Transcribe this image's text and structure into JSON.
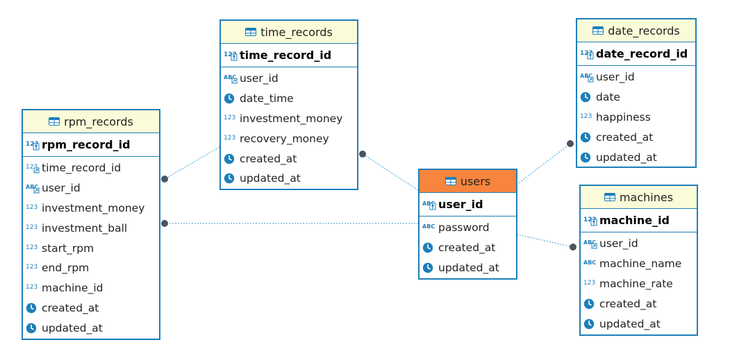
{
  "tables": [
    {
      "id": "time_records",
      "title": "time_records",
      "pk": {
        "name": "time_record_id",
        "icon": "num-key-icon"
      },
      "columns": [
        {
          "name": "user_id",
          "icon": "abc-fk-icon"
        },
        {
          "name": "date_time",
          "icon": "clock-icon"
        },
        {
          "name": "investment_money",
          "icon": "num-icon"
        },
        {
          "name": "recovery_money",
          "icon": "num-icon"
        },
        {
          "name": "created_at",
          "icon": "clock-icon"
        },
        {
          "name": "updated_at",
          "icon": "clock-icon"
        }
      ]
    },
    {
      "id": "date_records",
      "title": "date_records",
      "pk": {
        "name": "date_record_id",
        "icon": "num-key-icon"
      },
      "columns": [
        {
          "name": "user_id",
          "icon": "abc-fk-icon"
        },
        {
          "name": "date",
          "icon": "clock-icon"
        },
        {
          "name": "happiness",
          "icon": "num-icon"
        },
        {
          "name": "created_at",
          "icon": "clock-icon"
        },
        {
          "name": "updated_at",
          "icon": "clock-icon"
        }
      ]
    },
    {
      "id": "rpm_records",
      "title": "rpm_records",
      "pk": {
        "name": "rpm_record_id",
        "icon": "num-key-icon"
      },
      "columns": [
        {
          "name": "time_record_id",
          "icon": "num-fk-icon"
        },
        {
          "name": "user_id",
          "icon": "abc-fk-icon"
        },
        {
          "name": "investment_money",
          "icon": "num-icon"
        },
        {
          "name": "investment_ball",
          "icon": "num-icon"
        },
        {
          "name": "start_rpm",
          "icon": "num-icon"
        },
        {
          "name": "end_rpm",
          "icon": "num-icon"
        },
        {
          "name": "machine_id",
          "icon": "num-icon"
        },
        {
          "name": "created_at",
          "icon": "clock-icon"
        },
        {
          "name": "updated_at",
          "icon": "clock-icon"
        }
      ]
    },
    {
      "id": "users",
      "title": "users",
      "highlight": true,
      "pk": {
        "name": "user_id",
        "icon": "abc-key-icon"
      },
      "columns": [
        {
          "name": "password",
          "icon": "abc-icon"
        },
        {
          "name": "created_at",
          "icon": "clock-icon"
        },
        {
          "name": "updated_at",
          "icon": "clock-icon"
        }
      ]
    },
    {
      "id": "machines",
      "title": "machines",
      "pk": {
        "name": "machine_id",
        "icon": "num-key-icon"
      },
      "columns": [
        {
          "name": "user_id",
          "icon": "abc-fk-icon"
        },
        {
          "name": "machine_name",
          "icon": "abc-icon"
        },
        {
          "name": "machine_rate",
          "icon": "num-icon"
        },
        {
          "name": "created_at",
          "icon": "clock-icon"
        },
        {
          "name": "updated_at",
          "icon": "clock-icon"
        }
      ]
    }
  ],
  "relationships": [
    {
      "from": "time_records",
      "to": "rpm_records"
    },
    {
      "from": "users",
      "to": "time_records"
    },
    {
      "from": "users",
      "to": "rpm_records"
    },
    {
      "from": "users",
      "to": "date_records"
    },
    {
      "from": "users",
      "to": "machines"
    }
  ],
  "colors": {
    "border": "#1e7fb8",
    "header": "#fcfbd9",
    "highlight_header": "#f7853d",
    "icon": "#1e7fb8",
    "link": "#3a9fd8",
    "endpoint": "#4a5560"
  }
}
